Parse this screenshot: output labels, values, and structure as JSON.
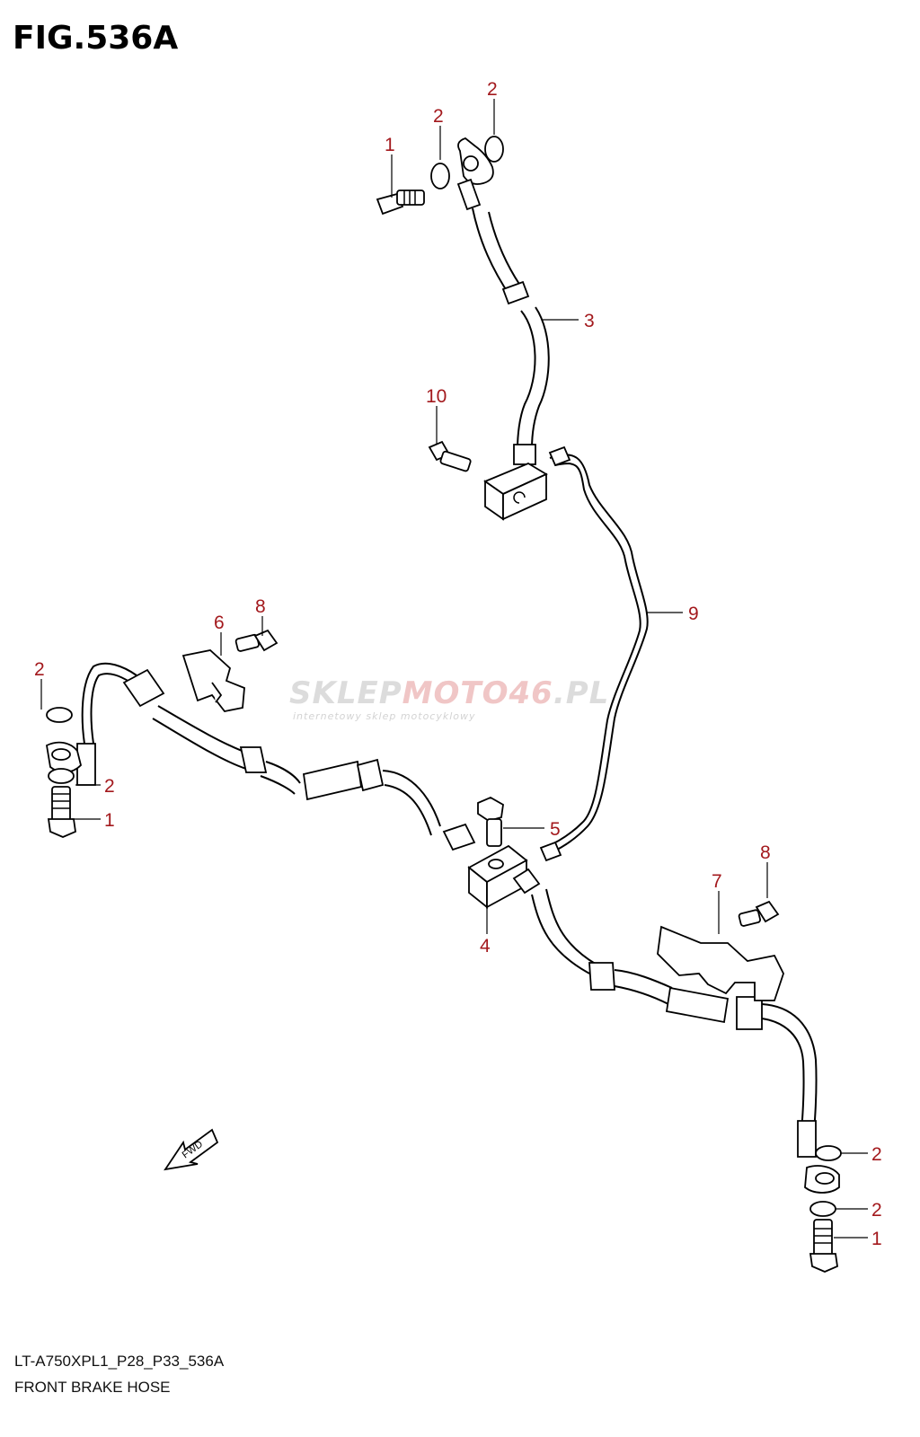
{
  "figure": {
    "title": "FIG.536A",
    "code": "LT-A750XPL1_P28_P33_536A",
    "name": "FRONT BRAKE HOSE"
  },
  "watermark": {
    "brand_part1": "SKLEP",
    "brand_part2": "MOTO46",
    "brand_part3": ".PL",
    "tagline": "internetowy sklep motocyklowy"
  },
  "fwd_label": "FWD",
  "callouts": [
    {
      "id": "c1a",
      "text": "1"
    },
    {
      "id": "c2a",
      "text": "2"
    },
    {
      "id": "c2b",
      "text": "2"
    },
    {
      "id": "c3",
      "text": "3"
    },
    {
      "id": "c10",
      "text": "10"
    },
    {
      "id": "c9",
      "text": "9"
    },
    {
      "id": "c6",
      "text": "6"
    },
    {
      "id": "c8a",
      "text": "8"
    },
    {
      "id": "c2c",
      "text": "2"
    },
    {
      "id": "c2d",
      "text": "2"
    },
    {
      "id": "c1b",
      "text": "1"
    },
    {
      "id": "c5",
      "text": "5"
    },
    {
      "id": "c4",
      "text": "4"
    },
    {
      "id": "c8b",
      "text": "8"
    },
    {
      "id": "c7",
      "text": "7"
    },
    {
      "id": "c2e",
      "text": "2"
    },
    {
      "id": "c2f",
      "text": "2"
    },
    {
      "id": "c1c",
      "text": "1"
    }
  ]
}
